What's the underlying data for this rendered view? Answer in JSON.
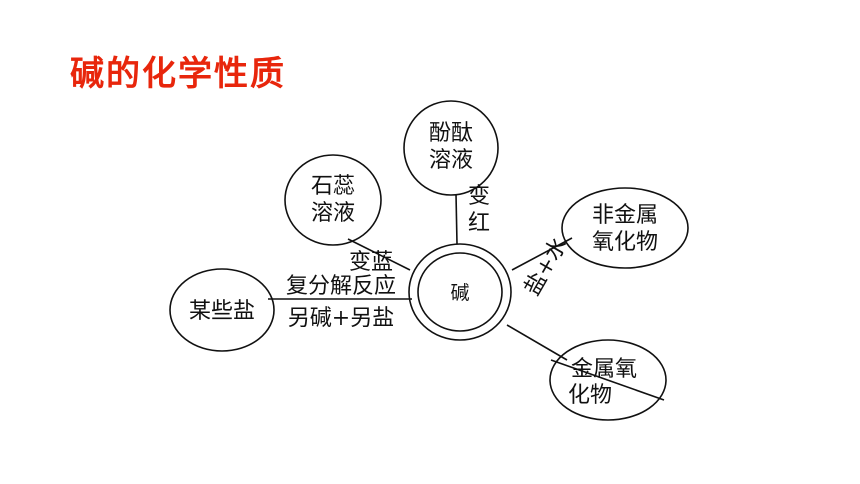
{
  "title": "碱的化学性质",
  "colors": {
    "title": "#e8260c",
    "stroke": "#111111"
  },
  "diagram": {
    "center": "碱",
    "nodes": {
      "phenolphthalein": {
        "line1": "酚酞",
        "line2": "溶液"
      },
      "litmus": {
        "line1": "石蕊",
        "line2": "溶液"
      },
      "nonmetal_oxide": {
        "line1": "非金属",
        "line2": "氧化物"
      },
      "salt": {
        "label": "某些盐"
      },
      "metal_oxide": {
        "line1": "金属氧",
        "line2": "化物"
      }
    },
    "edges": {
      "phenolphthalein_line1": "变",
      "phenolphthalein_line2": "红",
      "litmus": "变蓝",
      "salt_reaction": "复分解反应",
      "salt_product": "另碱+另盐",
      "nonmetal_oxide": "盐+水"
    }
  }
}
